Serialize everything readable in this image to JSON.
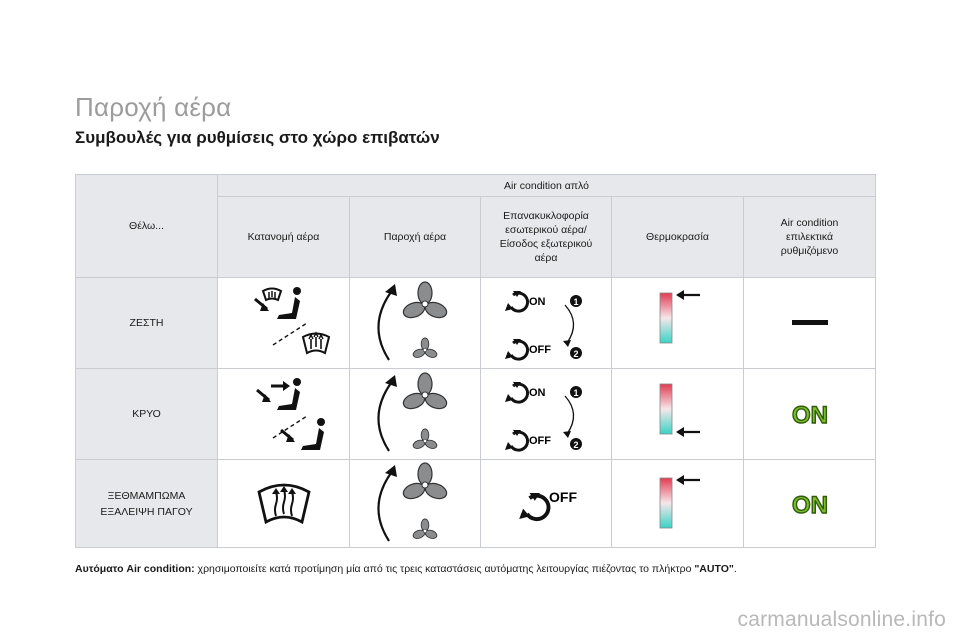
{
  "page": {
    "title": "Παροχή αέρα",
    "subtitle": "Συμβουλές για ρυθμίσεις στο χώρο επιβατών"
  },
  "table": {
    "want_header": "Θέλω...",
    "group_header": "Air condition απλό",
    "columns": [
      {
        "label_lines": [
          "Κατανομή αέρα"
        ]
      },
      {
        "label_lines": [
          "Παροχή αέρα"
        ]
      },
      {
        "label_lines": [
          "Επανακυκλοφορία",
          "εσωτερικού αέρα/",
          "Είσοδος εξωτερικού",
          "αέρα"
        ]
      },
      {
        "label_lines": [
          "Θερμοκρασία"
        ]
      },
      {
        "label_lines": [
          "Air condition",
          "επιλεκτικά",
          "ρυθμιζόμενο"
        ]
      }
    ],
    "rows": [
      {
        "label_lines": [
          "ΖΕΣΤΗ"
        ],
        "distribution": "feet-and-windscreen-icons",
        "recirc_on": "ON",
        "recirc_off": "OFF",
        "step1": "1",
        "step2": "2",
        "temperature": "hot",
        "ac": "—",
        "ac_icon": "dash-icon"
      },
      {
        "label_lines": [
          "ΚΡΥΟ"
        ],
        "distribution": "face-and-feet-icons",
        "recirc_on": "ON",
        "recirc_off": "OFF",
        "step1": "1",
        "step2": "2",
        "temperature": "cold",
        "ac": "ON",
        "ac_icon": "on-badge"
      },
      {
        "label_lines": [
          "ΞΕΘΜΑΜΠΩΜΑ",
          "ΕΞΑΛΕΙΨΗ ΠΑΓΟΥ"
        ],
        "distribution": "windscreen-icon",
        "recirc_off": "OFF",
        "temperature": "hot",
        "ac": "ON",
        "ac_icon": "on-badge"
      }
    ]
  },
  "footnote": {
    "lead": "Αυτόματο Air condition:",
    "text": " χρησιμοποιείτε κατά προτίμηση μία από τις τρεις καταστάσεις αυτόματης λειτουργίας πιέζοντας το πλήκτρο ",
    "key": "\"AUTO\"",
    "end": "."
  },
  "watermark": "carmanualsonline.info",
  "colors": {
    "header_bg": "#e6e8eb",
    "title": "#9c9c9c",
    "on_badge": "#7cbf2b",
    "gauge_hot": "#e23b52",
    "gauge_cold": "#39d3c6"
  }
}
